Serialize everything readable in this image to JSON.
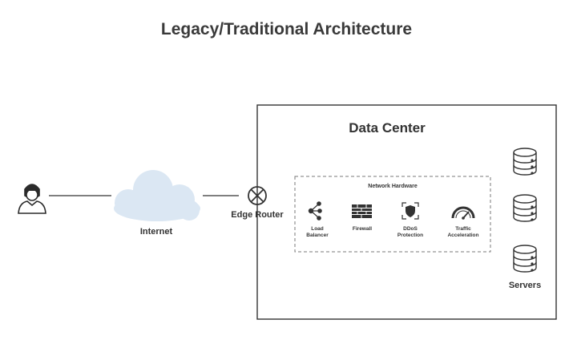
{
  "title": "Legacy/Traditional Architecture",
  "nodes": {
    "user": {
      "icon": "person-icon"
    },
    "internet": {
      "label": "Internet",
      "icon": "cloud-icon"
    },
    "edge_router": {
      "label": "Edge Router",
      "icon": "router-icon"
    },
    "data_center": {
      "label": "Data Center"
    },
    "network_hardware": {
      "label": "Network Hardware",
      "items": [
        {
          "label": "Load\nBalancer",
          "icon": "load-balancer-icon"
        },
        {
          "label": "Firewall",
          "icon": "firewall-icon"
        },
        {
          "label": "DDoS\nProtection",
          "icon": "shield-icon"
        },
        {
          "label": "Traffic\nAcceleration",
          "icon": "speedometer-icon"
        }
      ]
    },
    "servers": {
      "label": "Servers",
      "icon": "database-icon"
    }
  },
  "colors": {
    "line": "#333333",
    "cloud": "#dbe7f3",
    "dashed_border": "#7a7a7a"
  }
}
